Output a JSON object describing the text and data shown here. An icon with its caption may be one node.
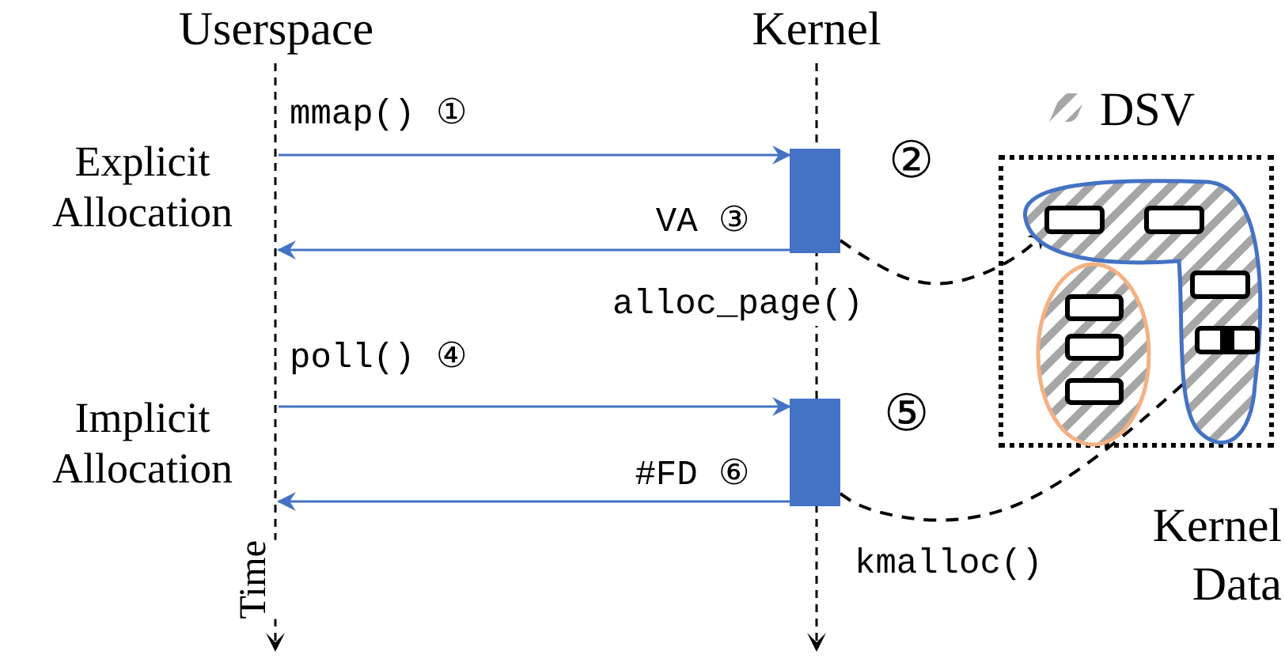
{
  "diagram": {
    "nodes": [
      {
        "text": [],
        "shape": "line",
        "beside": [
          "Userspace"
        ]
      },
      {
        "text": [],
        "shape": "line",
        "beside": [
          "Kernel"
        ]
      },
      {
        "text": [],
        "shape": "bar"
      },
      {
        "text": [],
        "shape": "bar"
      },
      {
        "text": [
          "Kernel Data"
        ]
      },
      {
        "text": [],
        "shape": "blob",
        "in": 4
      },
      {
        "text": [],
        "shape": "ellipse",
        "in": 4
      },
      {
        "text": [],
        "shape": "box",
        "in": 5
      },
      {
        "text": [],
        "shape": "box",
        "in": 5
      },
      {
        "text": [],
        "shape": "box",
        "in": 5
      },
      {
        "text": [],
        "shape": "box",
        "in": 5
      },
      {
        "text": [],
        "shape": "box",
        "in": 6
      },
      {
        "text": [],
        "shape": "box",
        "in": 6
      },
      {
        "text": [],
        "shape": "box",
        "in": 6
      }
    ],
    "edges": [
      {
        "from": 0,
        "to": 2,
        "arrow": "to",
        "label": "mmap() ①"
      },
      {
        "from": 2,
        "to": 0,
        "arrow": "to",
        "label": "VA ③"
      },
      {
        "from": 2,
        "to": 7,
        "arrow": "to",
        "label": "alloc_page()",
        "style": "dashed",
        "color": "#000000"
      },
      {
        "from": 0,
        "to": 3,
        "arrow": "to",
        "label": "poll() ④"
      },
      {
        "from": 3,
        "to": 0,
        "arrow": "to",
        "label": "#FD ⑥"
      },
      {
        "from": 3,
        "to": 10,
        "arrow": "to",
        "label": "kmalloc()",
        "style": "dashed",
        "color": "#000000"
      }
    ],
    "labels": [
      "Explicit Allocation",
      "②",
      "Implicit Allocation",
      "⑤",
      "Time"
    ],
    "legend": [
      {
        "text": "DSV"
      }
    ]
  }
}
